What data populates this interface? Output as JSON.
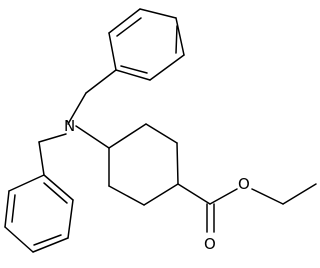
{
  "molecule": {
    "atom_labels": {
      "nitrogen": "N",
      "ether_oxygen": "O",
      "carbonyl_oxygen": "O"
    }
  },
  "colors": {
    "bond": "#000000",
    "label": "#000000",
    "background": "#ffffff"
  }
}
